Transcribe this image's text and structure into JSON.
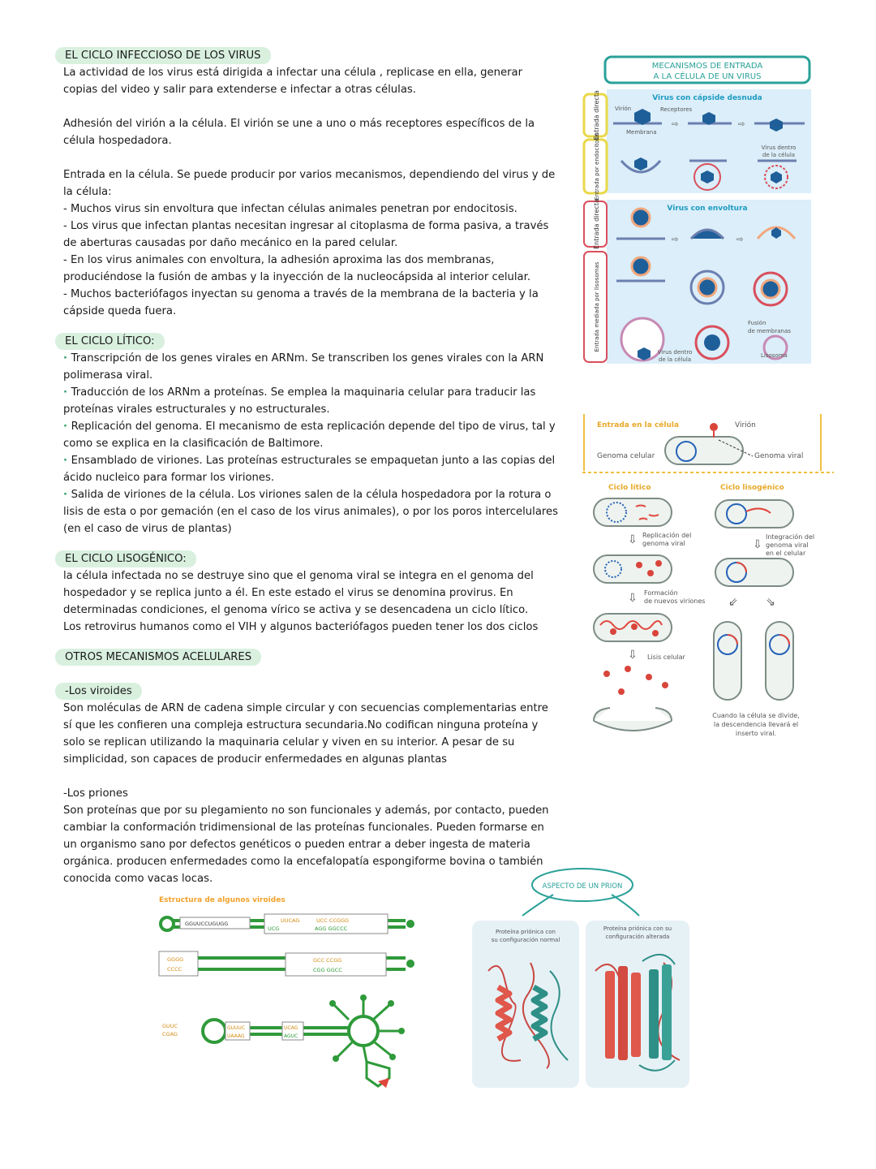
{
  "notes": {
    "sec1": {
      "heading": "EL CICLO INFECCIOSO DE LOS VIRUS",
      "p1": "La actividad de los virus está dirigida a infectar una célula , replicase en ella, generar copias del video y salir para extenderse e infectar a otras células.",
      "p2": "Adhesión del virión a la célula. El virión se une a uno o más receptores específicos de la célula hospedadora.",
      "p3": "Entrada en la célula. Se puede producir por varios mecanismos, dependiendo del virus y de la célula:",
      "bullets": [
        "- Muchos virus sin envoltura que infectan células animales penetran por endocitosis.",
        "- Los virus que infectan plantas necesitan ingresar al citoplasma de forma pasiva, a través de aberturas causadas por daño mecánico en la pared celular.",
        "- En los virus animales con envoltura, la adhesión aproxima las dos membranas, produciéndose la fusión de ambas y la inyección de la nucleocápsida al interior celular.",
        "- Muchos bacteriófagos inyectan su genoma a través de la membrana de la bacteria y la cápside queda fuera."
      ]
    },
    "sec2": {
      "heading": "EL CICLO LÍTICO:",
      "bullets": [
        "Transcripción de los genes virales en ARNm. Se transcriben los genes virales con la ARN polimerasa viral.",
        "Traducción de los ARNm a proteínas. Se emplea la maquinaria celular para traducir las proteínas virales estructurales y no estructurales.",
        "Replicación del genoma. El mecanismo de esta replicación depende del tipo de virus, tal y como se explica en la clasificación de Baltimore.",
        "Ensamblado de viriones. Las proteínas estructurales se empaquetan junto a las copias del ácido nucleico para formar los viriones.",
        "Salida de viriones de la célula. Los viriones salen de la célula hospedadora por la rotura o lisis de esta o por gemación (en el caso de los virus animales), o por los poros intercelulares (en el caso de virus de plantas)"
      ]
    },
    "sec3": {
      "heading": "EL CICLO LISOGÉNICO:",
      "p1": "la célula infectada no se destruye sino que el genoma viral se integra en el genoma del hospedador y se replica junto a él. En este estado el virus se denomina provirus. En determinadas condiciones, el genoma vírico se activa y se desencadena un ciclo lítico.",
      "p2": "Los retrovirus humanos como el VIH y algunos bacteriófagos pueden tener los dos ciclos"
    },
    "sec4": {
      "heading": "OTROS MECANISMOS ACELULARES",
      "sub1": "-Los viroides",
      "p1": "Son moléculas de ARN de cadena simple circular y con secuencias complementarias entre sí que les confieren una compleja estructura secundaria.No codifican ninguna proteína y solo se replican utilizando la maquinaria celular y viven en su interior. A pesar de su simplicidad, son capaces de producir enfermedades en algunas plantas",
      "sub2": "-Los priones",
      "p2": "Son proteínas que por su plegamiento no son funcionales y además, por contacto, pueden cambiar la conformación tridimensional de las proteínas funcionales. Pueden formarse en un organismo sano por defectos genéticos o pueden entrar a deber ingesta de materia orgánica. producen enfermedades como la encefalopatía espongiforme bovina o también conocida como vacas locas."
    }
  },
  "fig_entry": {
    "title_line1": "MECANISMOS DE ENTRADA",
    "title_line2": "A LA CÉLULA DE UN VIRUS",
    "naked_title": "Virus con cápside desnuda",
    "enveloped_title": "Virus con envoltura",
    "side_labels": [
      "Entrada directa",
      "Entrada por endocitosis",
      "Entrada directa",
      "Entrada mediada por lisosomas"
    ],
    "lbl_virion": "Virión",
    "lbl_receptores": "Receptores",
    "lbl_membrana": "Membrana",
    "lbl_inside1": "Virus dentro",
    "lbl_inside2": "de la célula",
    "lbl_fusion1": "Fusión",
    "lbl_fusion2": "de membranas",
    "lbl_lisosoma": "Lisosoma"
  },
  "fig_cycle": {
    "entrada": "Entrada en la célula",
    "virion": "Virión",
    "genoma_celular": "Genoma celular",
    "genoma_viral": "Genoma viral",
    "litico": "Ciclo lítico",
    "lisogenico": "Ciclo lisogénico",
    "rep1": "Replicación del",
    "rep2": "genoma viral",
    "form1": "Formación",
    "form2": "de nuevos viriones",
    "lisis": "Lisis celular",
    "int1": "Integración del",
    "int2": "genoma viral",
    "int3": "en el celular",
    "div1": "Cuando la célula se divide,",
    "div2": "la descendencia llevará el",
    "div3": "inserto viral."
  },
  "fig_viroid": {
    "title": "Estructura de algunos viroides",
    "seq1": "GGUUCCUGUGG",
    "seq2a": "UUCAG",
    "seq2b": "UCC CCGGG",
    "seq2c": "UCG",
    "seq2d": "AGG GGCCC",
    "seq3a": "GGGG",
    "seq3b": "CCCC",
    "seq3c": "GCC CCGG",
    "seq3d": "CGG GGCC",
    "seq4a": "GUUC",
    "seq4b": "CGAG",
    "seq4c": "GUUUC",
    "seq4d": "UAAAG",
    "seq4e": "UCAG",
    "seq4f": "AGUC"
  },
  "fig_prion": {
    "title": "ASPECTO DE UN PRION",
    "normal1": "Proteína priónica con",
    "normal2": "su configuración normal",
    "alt1": "Proteína priónica con su",
    "alt2": "configuración alterada"
  },
  "colors": {
    "highlight": "#d9f0df",
    "teal": "#2aa198",
    "panel": "#dbeef9",
    "virus": "#1f5f99",
    "red": "#e0463c",
    "orange": "#f0a12a",
    "green": "#2f9a3a"
  }
}
